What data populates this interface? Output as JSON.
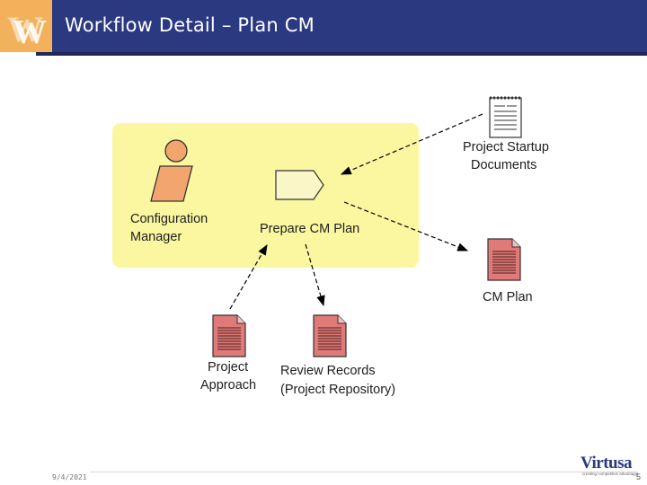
{
  "header": {
    "title": "Workflow Detail – Plan CM"
  },
  "diagram": {
    "worker_label_line1": "Configuration",
    "worker_label_line2": "Manager",
    "activity_label": "Prepare CM Plan",
    "input_startup_line1": "Project Startup",
    "input_startup_line2": "Documents",
    "output_cm_plan": "CM Plan",
    "input_approach_line1": "Project",
    "input_approach_line2": "Approach",
    "output_review_line1": "Review Records",
    "output_review_line2": "(Project Repository)"
  },
  "colors": {
    "header_bg": "#2b3a80",
    "swimlane_bg": "#fbf7a0",
    "artifact_fill": "#e07a78",
    "worker_fill": "#f2a66e",
    "activity_fill": "#fbf6c8"
  },
  "footer": {
    "date": "9/4/2021",
    "page_number": "5",
    "brand": "Virtusa",
    "brand_tagline": "creating competitive advantage"
  }
}
